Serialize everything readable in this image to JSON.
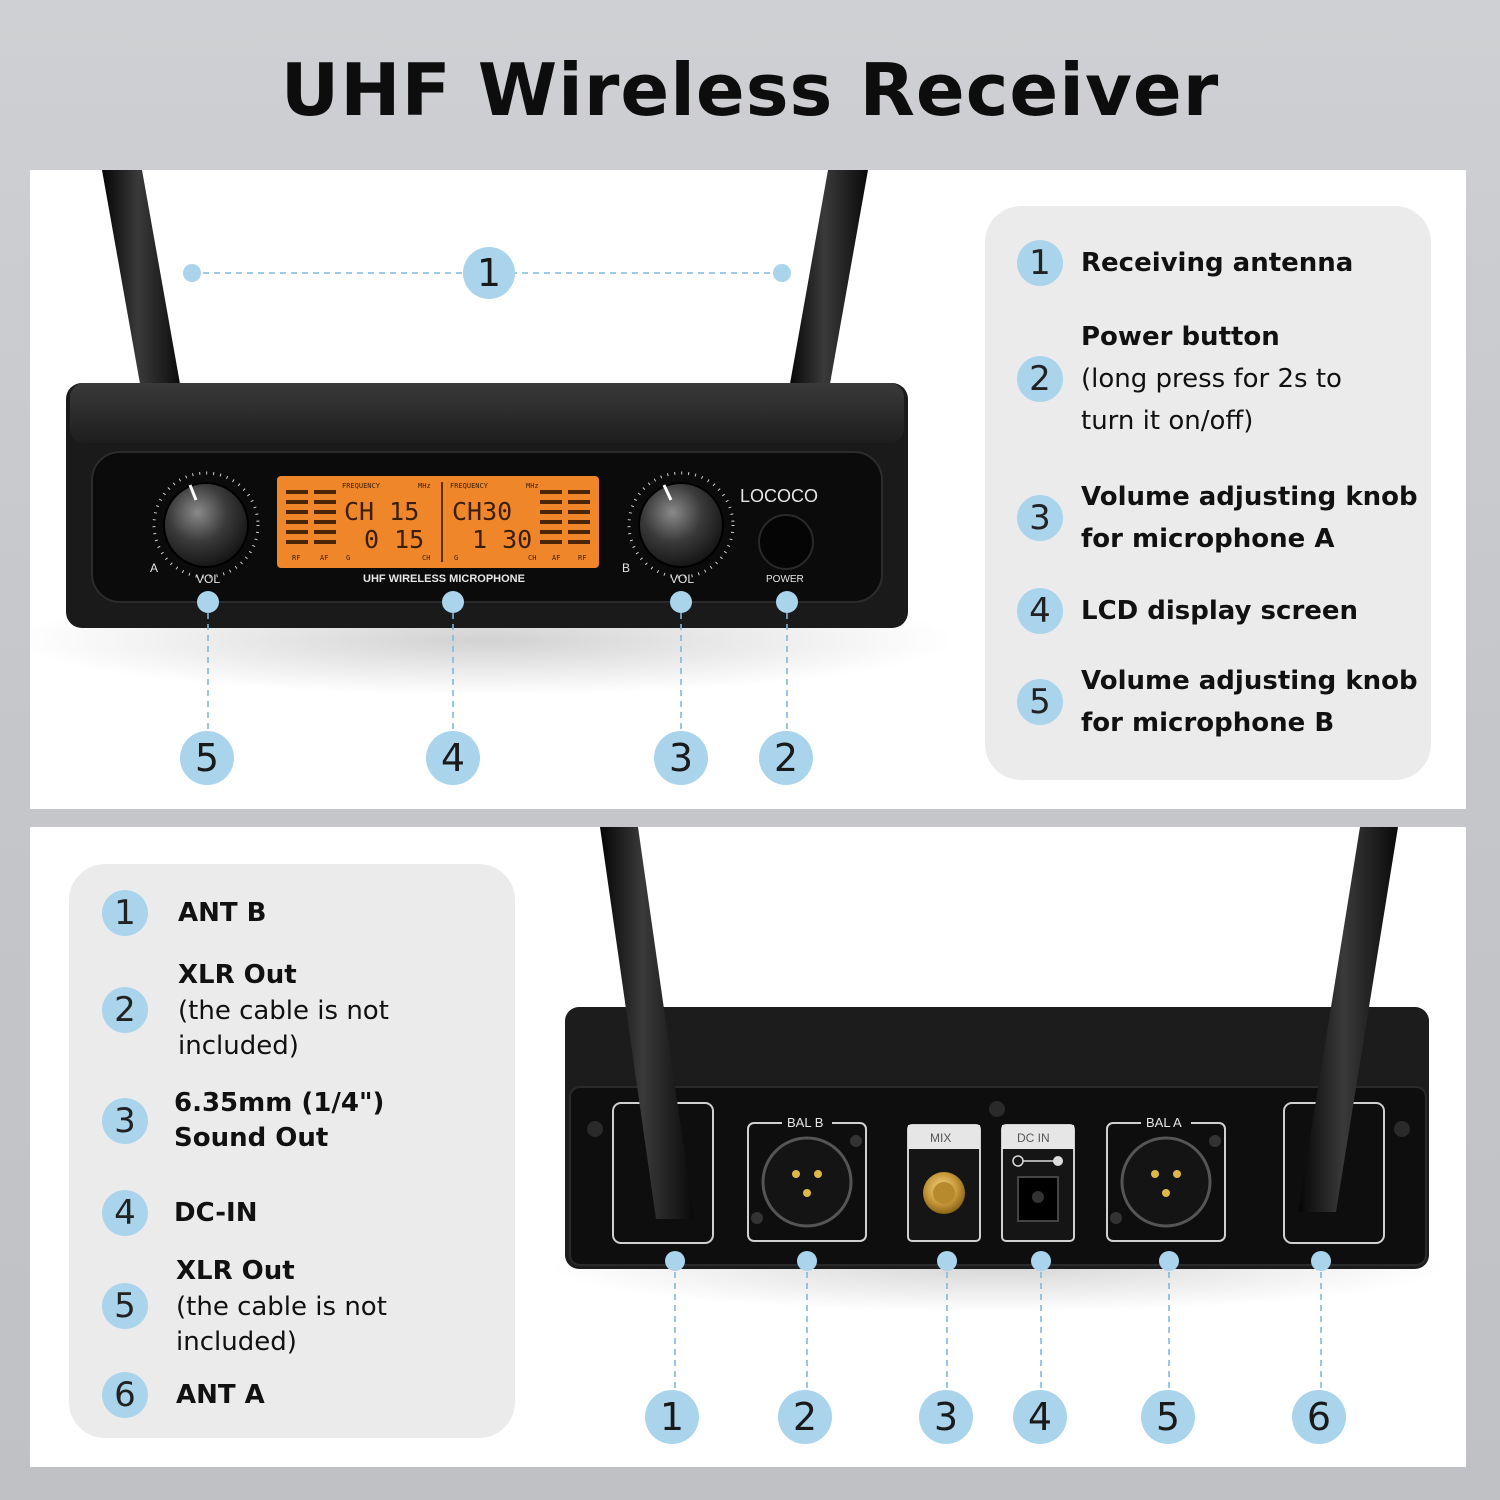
{
  "page": {
    "title": "UHF Wireless Receiver"
  },
  "front_panel": {
    "brand": "LOCOCO",
    "vol_label_a": "VOL",
    "vol_label_b": "VOL",
    "knob_a_label": "A",
    "knob_b_label": "B",
    "power_label": "POWER",
    "display_caption": "UHF WIRELESS MICROPHONE",
    "lcd": {
      "frequency_label": "FREQUENCY",
      "unit": "MHz",
      "left_channel": "CH 15",
      "left_frequency": "0 15",
      "right_channel": "CH30",
      "right_frequency": "1 30",
      "meter_labels": [
        "RF",
        "AF",
        "G",
        "CH"
      ]
    },
    "callouts": [
      "1",
      "5",
      "4",
      "3",
      "2"
    ],
    "legend": [
      {
        "number": "1",
        "title": "Receiving antenna",
        "note": ""
      },
      {
        "number": "2",
        "title": "Power button",
        "note": "(long press for 2s to turn it on/off)"
      },
      {
        "number": "3",
        "title": "Volume adjusting knob for microphone A",
        "note": ""
      },
      {
        "number": "4",
        "title": "LCD display screen",
        "note": ""
      },
      {
        "number": "5",
        "title": "Volume adjusting knob for microphone B",
        "note": ""
      }
    ]
  },
  "rear_panel": {
    "port_labels": {
      "bal_b": "BAL B",
      "mix": "MIX",
      "dc_in": "DC IN",
      "bal_a": "BAL A"
    },
    "callouts": [
      "1",
      "2",
      "3",
      "4",
      "5",
      "6"
    ],
    "legend": [
      {
        "number": "1",
        "title": "ANT B",
        "note": ""
      },
      {
        "number": "2",
        "title": "XLR Out",
        "note": "(the cable is not included)"
      },
      {
        "number": "3",
        "title": "6.35mm (1/4\") Sound Out",
        "note": ""
      },
      {
        "number": "4",
        "title": "DC-IN",
        "note": ""
      },
      {
        "number": "5",
        "title": "XLR Out",
        "note": "(the cable is not included)"
      },
      {
        "number": "6",
        "title": "ANT A",
        "note": ""
      }
    ]
  },
  "colors": {
    "badge": "#a9d4ec",
    "callout_line": "#7fb8dc",
    "lcd": "#f0862a",
    "device": "#161616"
  }
}
